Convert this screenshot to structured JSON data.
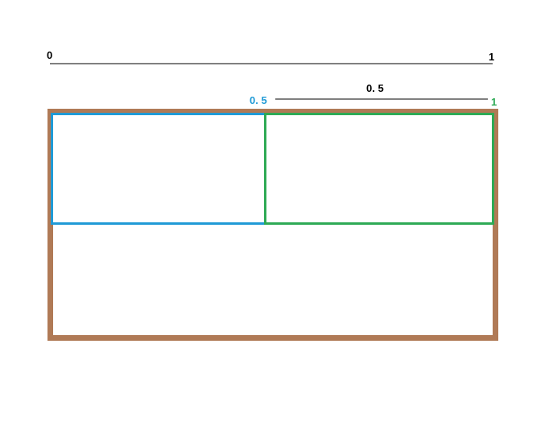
{
  "colors": {
    "background": "#ffffff",
    "outer_frame": "#b07a56",
    "blue_box": "#1f9ad6",
    "green_box": "#2eaa55",
    "scale_line": "#000000",
    "text_default": "#000000"
  },
  "top_scale": {
    "start_label": "0",
    "end_label": "1"
  },
  "half_scale": {
    "start_label": "0. 5",
    "length_label": "0. 5",
    "end_label": "1"
  }
}
